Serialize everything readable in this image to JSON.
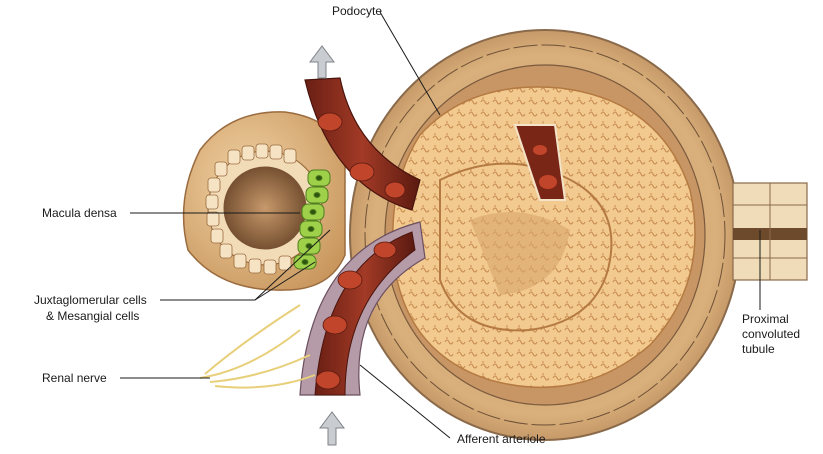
{
  "labels": {
    "podocyte": "Podocyte",
    "macula_densa": "Macula densa",
    "jg_line1": "Juxtaglomerular cells",
    "jg_line2": "& Mesangial cells",
    "renal_nerve": "Renal nerve",
    "afferent_arteriole": "Afferent arteriole",
    "pct_line1": "Proximal",
    "pct_line2": "convoluted",
    "pct_line3": "tubule"
  },
  "colors": {
    "capsule": "#d9b07c",
    "capsule_dark": "#8a6a4a",
    "glomerulus": "#f2c98f",
    "vessel": "#8b2f1f",
    "rbc": "#b73b22",
    "macula_densa": "#9ed04a",
    "tubule": "#e9c592",
    "nerve": "#f3dc8a",
    "arrow": "#b8bcc0"
  }
}
